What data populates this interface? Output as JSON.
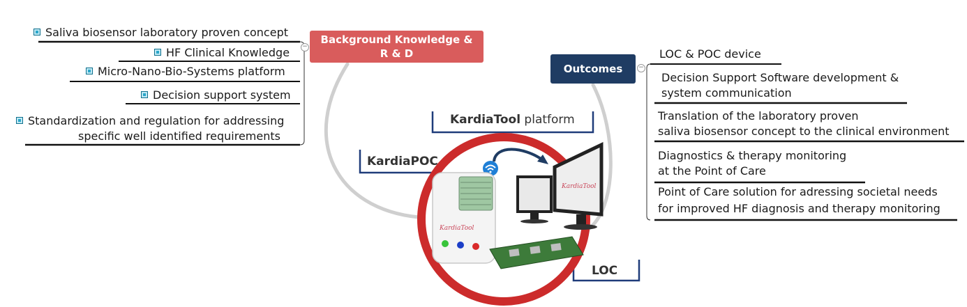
{
  "central_topics": {
    "background_line1": "Background Knowledge &",
    "background_line2": "R & D",
    "outcomes": "Outcomes"
  },
  "left_items": [
    "Saliva biosensor laboratory proven concept",
    "HF Clinical Knowledge",
    "Micro-Nano-Bio-Systems platform",
    "Decision support system",
    "Standardization and regulation for addressing",
    "specific well identified requirements"
  ],
  "right_items": {
    "loc_poc": "LOC & POC device",
    "dss_line1": "Decision Support Software development &",
    "dss_line2": "system communication",
    "translation_line1": "Translation of the laboratory proven",
    "translation_line2": "saliva biosensor concept to the clinical environment",
    "diag_line1": "Diagnostics & therapy monitoring",
    "diag_line2": "at the Point of Care",
    "poc_line1": "Point of Care solution for adressing societal needs",
    "poc_line2": "for improved HF diagnosis and therapy monitoring"
  },
  "image_labels": {
    "kardiatool_bold": "KardiaTool",
    "kardiatool_rest": " platform",
    "kardiapoc": "KardiaPOC",
    "loc": "LOC",
    "device_brand": "KardiaTool"
  },
  "colors": {
    "background_topic": "#d95c5c",
    "outcomes_topic": "#1f3c63",
    "bullet": "#2aa6c9",
    "ring": "#cc2b2b",
    "label_frame": "#1f3c7a"
  }
}
